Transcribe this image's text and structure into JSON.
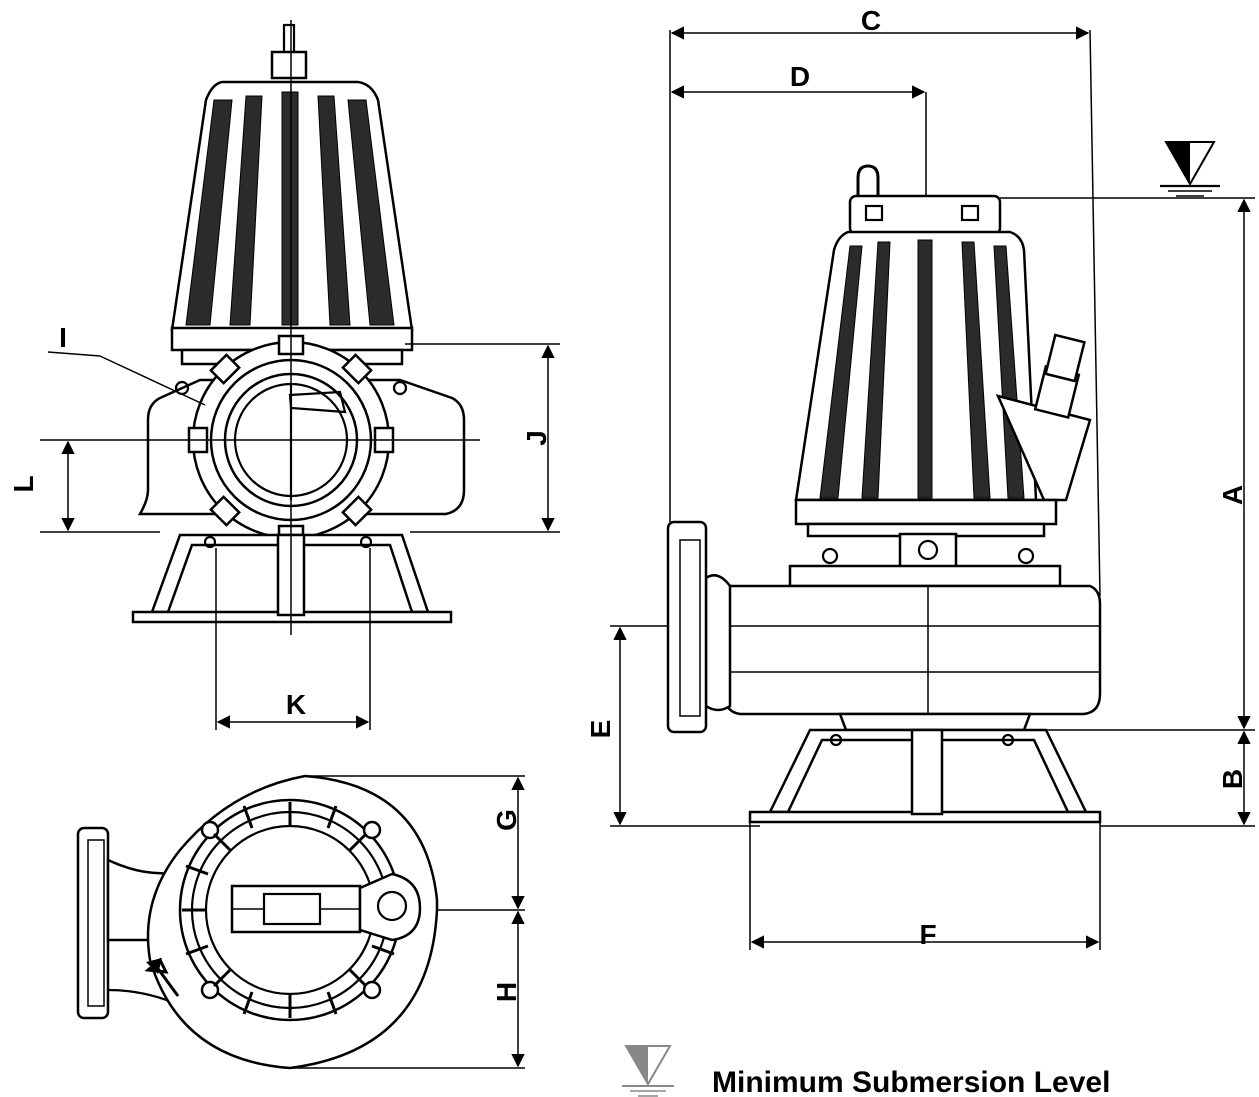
{
  "dimensions": {
    "A": "A",
    "B": "B",
    "C": "C",
    "D": "D",
    "E": "E",
    "F": "F",
    "G": "G",
    "H": "H",
    "I": "I",
    "J": "J",
    "K": "K",
    "L": "L"
  },
  "legend": {
    "icon": "water-level-triangle-icon",
    "text": "Minimum Submersion Level"
  }
}
